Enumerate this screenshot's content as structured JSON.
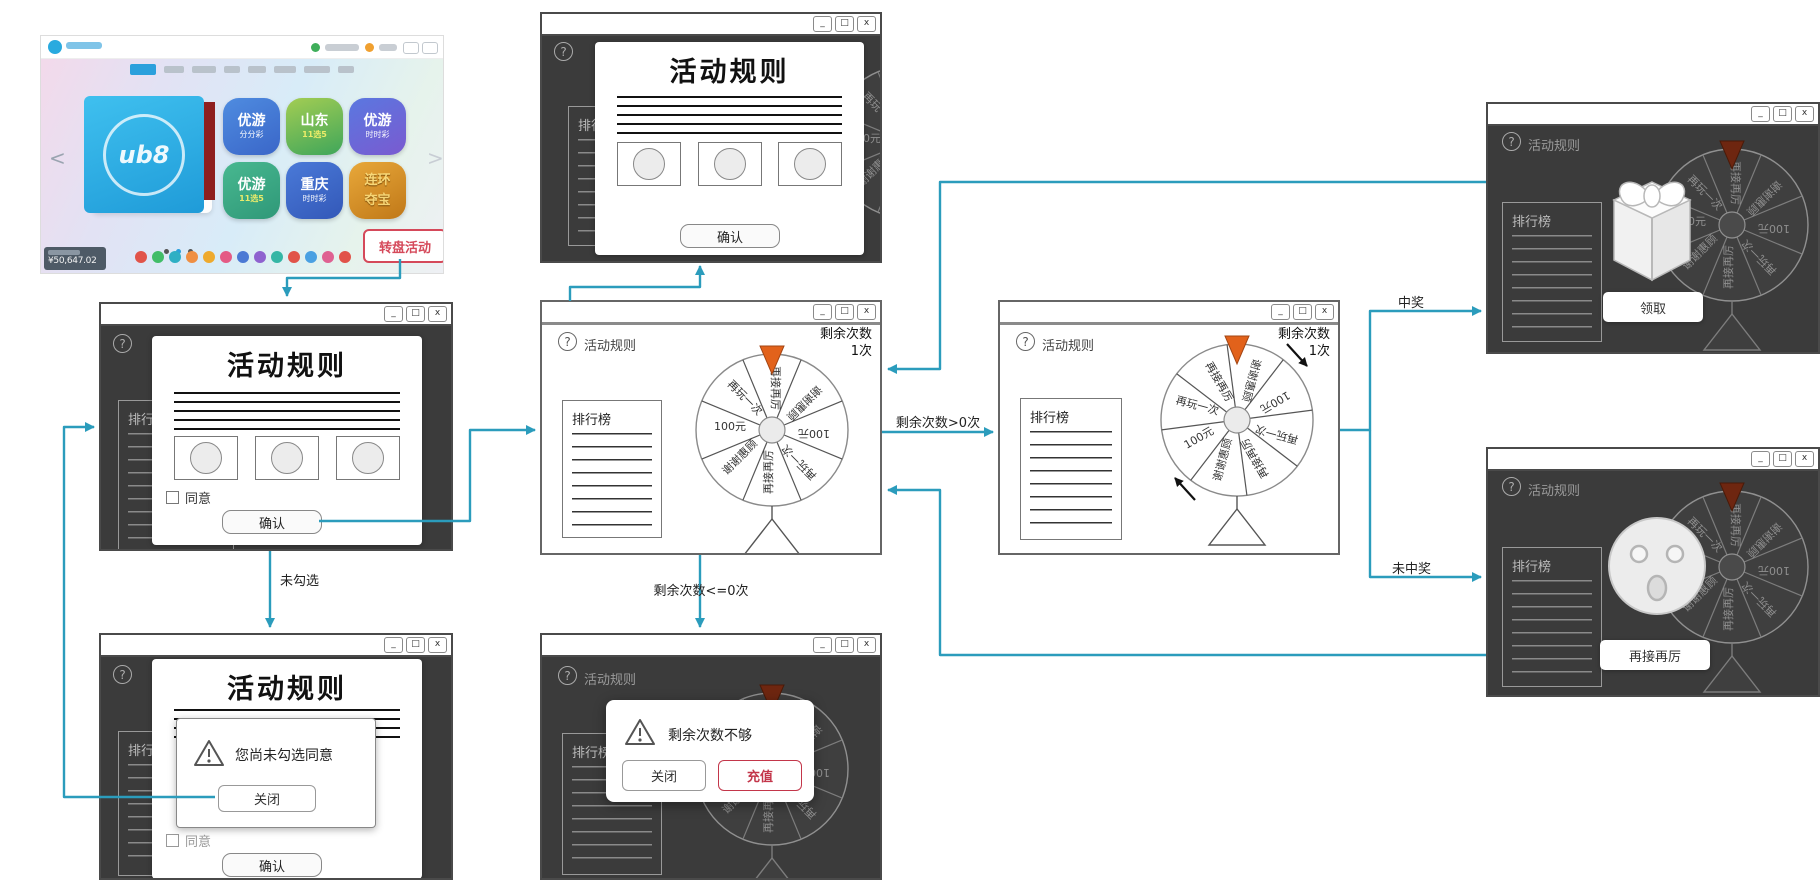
{
  "app": {
    "carousel_logo": "ub8",
    "tiles": [
      {
        "main": "优游",
        "sub": "分分彩"
      },
      {
        "main": "山东",
        "sub": "11选5"
      },
      {
        "main": "优游",
        "sub": "时时彩"
      },
      {
        "main": "优游",
        "sub": "11选5"
      },
      {
        "main": "重庆",
        "sub": "时时彩"
      },
      {
        "main": "连环",
        "sub": "夺宝"
      }
    ],
    "balance": "¥50,647.02",
    "wheel_activity_button": "转盘活动",
    "icon_colors": [
      "#e15349",
      "#41bd68",
      "#2fafc4",
      "#ef8f43",
      "#eeaa2e",
      "#e45a85",
      "#4b79d4",
      "#8f62cf",
      "#35b6a5",
      "#e15349",
      "#4aa0e2",
      "#df6191",
      "#e15349"
    ]
  },
  "window_controls": {
    "minimize": "_",
    "maximize": "□",
    "close": "x"
  },
  "help_icon": "?",
  "rules_link": "活动规则",
  "rules_dialog": {
    "title": "活动规则",
    "agree": "同意",
    "confirm": "确认"
  },
  "warning_dialog": {
    "message": "您尚未勾选同意",
    "close": "关闭"
  },
  "insufficient_dialog": {
    "message": "剩余次数不够",
    "close": "关闭",
    "recharge": "充值"
  },
  "wheel_window": {
    "remaining_label": "剩余次数",
    "remaining_value": "1次",
    "leaderboard": "排行榜"
  },
  "result": {
    "claim": "领取",
    "try_again": "再接再厉"
  },
  "wheel": {
    "labels": [
      "再接再厉",
      "谢谢惠顾",
      "100元",
      "再玩一次",
      "再接再厉",
      "谢谢惠顾",
      "100元",
      "再玩一次"
    ]
  },
  "edges": {
    "unchecked": "未勾选",
    "no_remaining": "剩余次数<=0次",
    "has_remaining": "剩余次数>0次",
    "win": "中奖",
    "lose": "未中奖"
  },
  "colors": {
    "connector": "#2b9cbc",
    "pointer": "#e2621b",
    "pointer_dim": "#6e2610",
    "accent_red": "#c3364a",
    "app_blue": "#29aadf"
  }
}
